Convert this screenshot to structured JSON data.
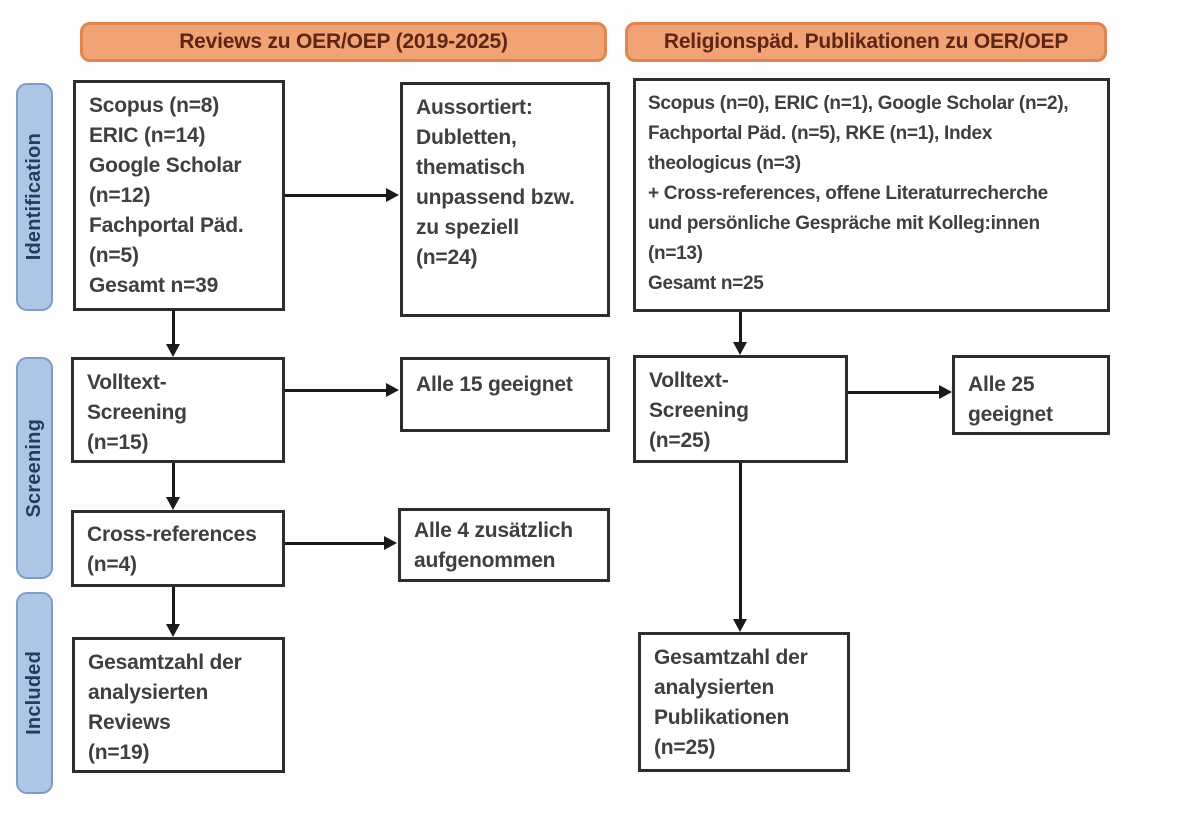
{
  "colors": {
    "header_fill": "#f2a376",
    "header_border": "#df854f",
    "header_text": "#5d2514",
    "stage_fill": "#adc6e6",
    "stage_border": "#7e9dc4",
    "stage_text": "#233c62",
    "box_border": "#2d2d2d",
    "box_text": "#3f3f3f",
    "arrow": "#1a1a1a"
  },
  "headers": {
    "left": "Reviews zu OER/OEP (2019-2025)",
    "right": "Religionspäd. Publikationen zu OER/OEP"
  },
  "stages": {
    "identification": "Identification",
    "screening": "Screening",
    "included": "Included"
  },
  "left_column": {
    "sources": "Scopus (n=8)\nERIC (n=14)\nGoogle Scholar\n(n=12)\nFachportal Päd.\n(n=5)\nGesamt n=39",
    "excluded": "Aussortiert:\nDubletten,\nthematisch\nunpassend bzw.\nzu speziell\n(n=24)",
    "fulltext": "Volltext-\nScreening\n(n=15)",
    "fulltext_result": "Alle 15 geeignet",
    "crossref": "Cross-references\n(n=4)",
    "crossref_result": "Alle 4 zusätzlich\naufgenommen",
    "included": "Gesamtzahl der\nanalysierten\nReviews\n(n=19)"
  },
  "right_column": {
    "sources": "Scopus (n=0), ERIC (n=1), Google Scholar (n=2),\nFachportal Päd. (n=5), RKE (n=1), Index\ntheologicus (n=3)\n+ Cross-references, offene Literaturrecherche\nund persönliche Gespräche mit Kolleg:innen\n(n=13)\nGesamt n=25",
    "fulltext": "Volltext-\nScreening\n(n=25)",
    "fulltext_result": "Alle 25 geeignet",
    "included": "Gesamtzahl der\nanalysierten\nPublikationen\n(n=25)"
  }
}
